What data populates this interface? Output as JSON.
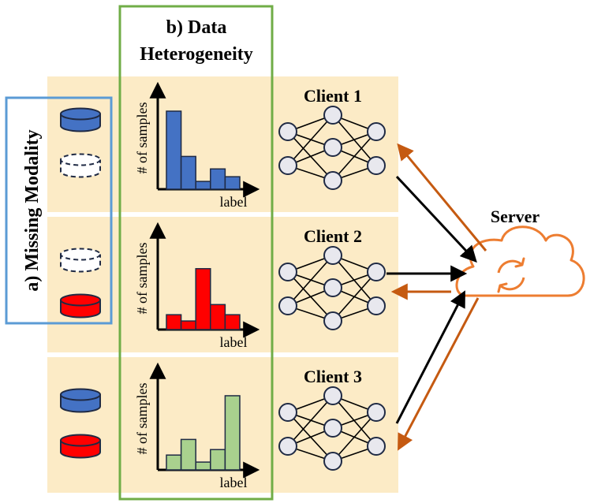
{
  "labels": {
    "missing_modality": "a) Missing Modality",
    "data_heterogeneity_line1": "b) Data",
    "data_heterogeneity_line2": "Heterogeneity",
    "server": "Server"
  },
  "axis": {
    "ylabel": "# of samples",
    "xlabel": "label"
  },
  "clients": [
    {
      "name": "Client 1",
      "modalities": [
        {
          "name": "modality-1",
          "present": true,
          "color": "#4472C4"
        },
        {
          "name": "modality-2",
          "present": false,
          "color": "#ffffff"
        }
      ],
      "hist_color": "#4472C4",
      "hist_values": [
        10,
        4.2,
        1,
        2.6,
        1.6
      ]
    },
    {
      "name": "Client 2",
      "modalities": [
        {
          "name": "modality-1",
          "present": false,
          "color": "#ffffff"
        },
        {
          "name": "modality-2",
          "present": true,
          "color": "#FF0000"
        }
      ],
      "hist_color": "#FF0000",
      "hist_values": [
        1.9,
        1.1,
        7.8,
        3.2,
        1.9
      ]
    },
    {
      "name": "Client 3",
      "modalities": [
        {
          "name": "modality-1",
          "present": true,
          "color": "#4472C4"
        },
        {
          "name": "modality-2",
          "present": true,
          "color": "#FF0000"
        }
      ],
      "hist_color": "#A9D18E",
      "hist_values": [
        1.9,
        3.9,
        1,
        2.6,
        9.5
      ]
    }
  ],
  "colors": {
    "panel_bg": "#FCEBC6",
    "box_missing": "#5B9BD5",
    "box_heterogeneity": "#70AD47",
    "arrow_up": "#000000",
    "arrow_down": "#C55A11",
    "cloud": "#ED7D31",
    "node_fill": "#E8E8EE",
    "node_stroke": "#1F2A44"
  }
}
